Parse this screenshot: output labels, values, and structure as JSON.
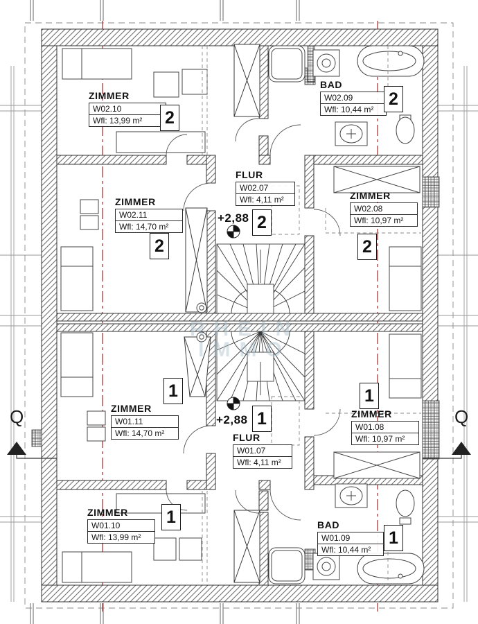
{
  "drawing": {
    "kind": "architectural floor plan",
    "watermark": {
      "line1": "RHEIN",
      "line2": "IMMO"
    },
    "section_marker_left": "Q",
    "section_marker_right": "Q"
  },
  "rooms": [
    {
      "name": "ZIMMER",
      "code": "W02.10",
      "area": "Wfl: 13,99 m²",
      "unit": "2"
    },
    {
      "name": "BAD",
      "code": "W02.09",
      "area": "Wfl: 10,44 m²",
      "unit": "2"
    },
    {
      "name": "ZIMMER",
      "code": "W02.11",
      "area": "Wfl: 14,70 m²",
      "unit": "2"
    },
    {
      "name": "FLUR",
      "code": "W02.07",
      "area": "Wfl: 4,11 m²",
      "unit": "2",
      "level": "+2,88"
    },
    {
      "name": "ZIMMER",
      "code": "W02.08",
      "area": "Wfl: 10,97 m²",
      "unit": "2"
    },
    {
      "name": "FLUR",
      "code": "W01.07",
      "area": "Wfl: 4,11 m²",
      "unit": "1",
      "level": "+2,88"
    },
    {
      "name": "ZIMMER",
      "code": "W01.11",
      "area": "Wfl: 14,70 m²",
      "unit": "1"
    },
    {
      "name": "ZIMMER",
      "code": "W01.08",
      "area": "Wfl: 10,97 m²",
      "unit": "1"
    },
    {
      "name": "ZIMMER",
      "code": "W01.10",
      "area": "Wfl: 13,99 m²",
      "unit": "1"
    },
    {
      "name": "BAD",
      "code": "W01.09",
      "area": "Wfl: 10,44 m²",
      "unit": "1"
    }
  ],
  "colors": {
    "axis_red": "#b03434",
    "band_red": "#8a2a22",
    "watermark": "#9fb8c4"
  }
}
